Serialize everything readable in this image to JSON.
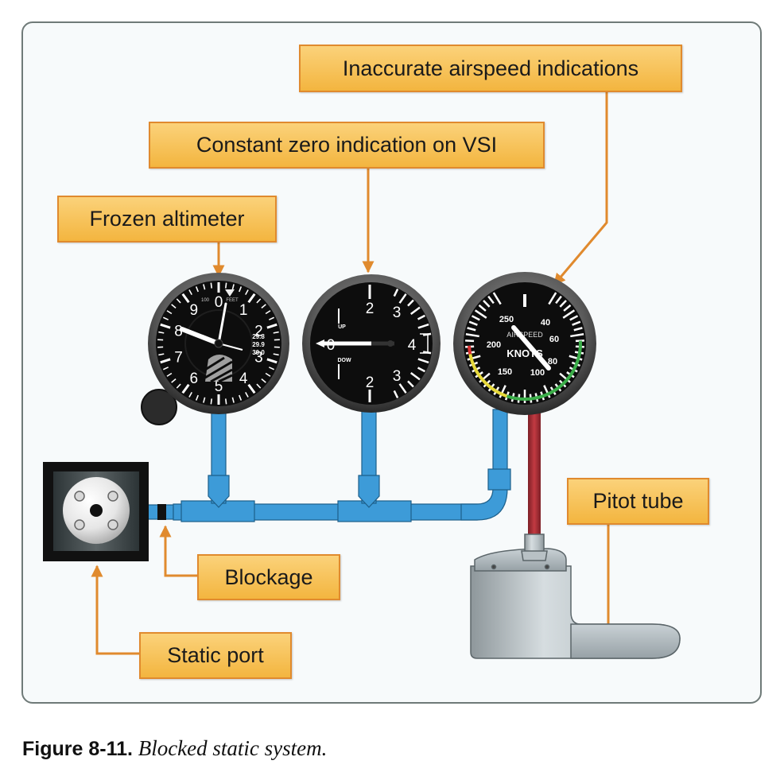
{
  "figure": {
    "number": "Figure 8-11.",
    "caption": " Blocked static system."
  },
  "labels": {
    "airspeed": "Inaccurate airspeed indications",
    "vsi": "Constant zero indication on VSI",
    "altimeter": "Frozen altimeter",
    "pitot": "Pitot tube",
    "blockage": "Blockage",
    "static_port": "Static port"
  },
  "altimeter": {
    "numerals": [
      "0",
      "1",
      "2",
      "3",
      "4",
      "5",
      "6",
      "7",
      "8",
      "9"
    ],
    "kollsman": [
      "29.8",
      "29.9",
      "30.0"
    ],
    "unit_left": "100",
    "unit_right": "FEET"
  },
  "vsi": {
    "numerals": [
      "0",
      "2",
      "3",
      "4",
      "3",
      "2"
    ],
    "up": "UP",
    "down": "DOW"
  },
  "airspeed": {
    "numerals": [
      "40",
      "60",
      "80",
      "100",
      "150",
      "200",
      "250"
    ],
    "title": "AIRSPEED",
    "unit": "KNOTS"
  },
  "colors": {
    "label_fill": "#f3b53f",
    "label_border": "#e08a2e",
    "static_line": "#3d9bd8",
    "pitot_line": "#b03038",
    "leader": "#e08a2e",
    "frame": "#6f7a78"
  }
}
